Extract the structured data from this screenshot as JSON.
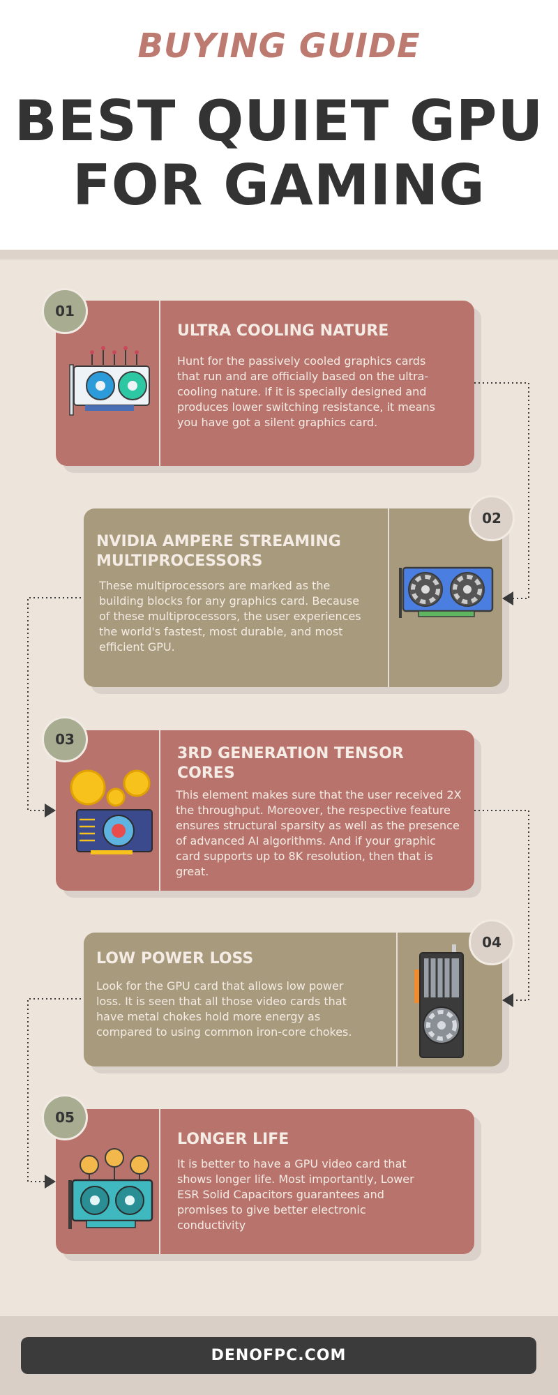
{
  "header": {
    "kicker": "BUYING GUIDE",
    "title_line1": "BEST QUIET GPU",
    "title_line2": "FOR GAMING"
  },
  "steps": [
    {
      "number": "01",
      "title": "ULTRA COOLING NATURE",
      "text": "Hunt for the passively cooled graphics cards that run and are officially based on the ultra-cooling nature. If it is specially designed and produces lower switching resistance, it means you have got a silent graphics card.",
      "icon": "graphics-card-twin-fan-icon"
    },
    {
      "number": "02",
      "title": "NVIDIA AMPERE STREAMING MULTIPROCESSORS",
      "text": "These multiprocessors are marked as the building blocks for any graphics card. Because of these multiprocessors, the user experiences the world's fastest, most durable, and most efficient GPU.",
      "icon": "blue-graphics-card-icon"
    },
    {
      "number": "03",
      "title": "3RD GENERATION TENSOR CORES",
      "text": "This element makes sure that the user received 2X the throughput. Moreover, the respective feature ensures structural sparsity as well as the presence of advanced AI algorithms. And if your graphic card supports up to 8K resolution, then that is great.",
      "icon": "gpu-chip-coins-icon"
    },
    {
      "number": "04",
      "title": "LOW POWER LOSS",
      "text": "Look for the GPU card that allows low power loss. It is seen that all those video cards that have metal chokes hold more energy as compared to using common iron-core chokes.",
      "icon": "vertical-graphics-card-icon"
    },
    {
      "number": "05",
      "title": "LONGER LIFE",
      "text": "It is better to have a GPU video card that shows longer life. Most importantly, Lower ESR Solid Capacitors guarantees and promises to give better electronic conductivity",
      "icon": "teal-graphics-card-coins-icon"
    }
  ],
  "footer": {
    "site": "DENOFPC.COM"
  },
  "colors": {
    "rose": "#b8746c",
    "olive": "#a89a7c",
    "kicker": "#bd7a70",
    "title": "#333333",
    "background": "#ede4dc"
  }
}
